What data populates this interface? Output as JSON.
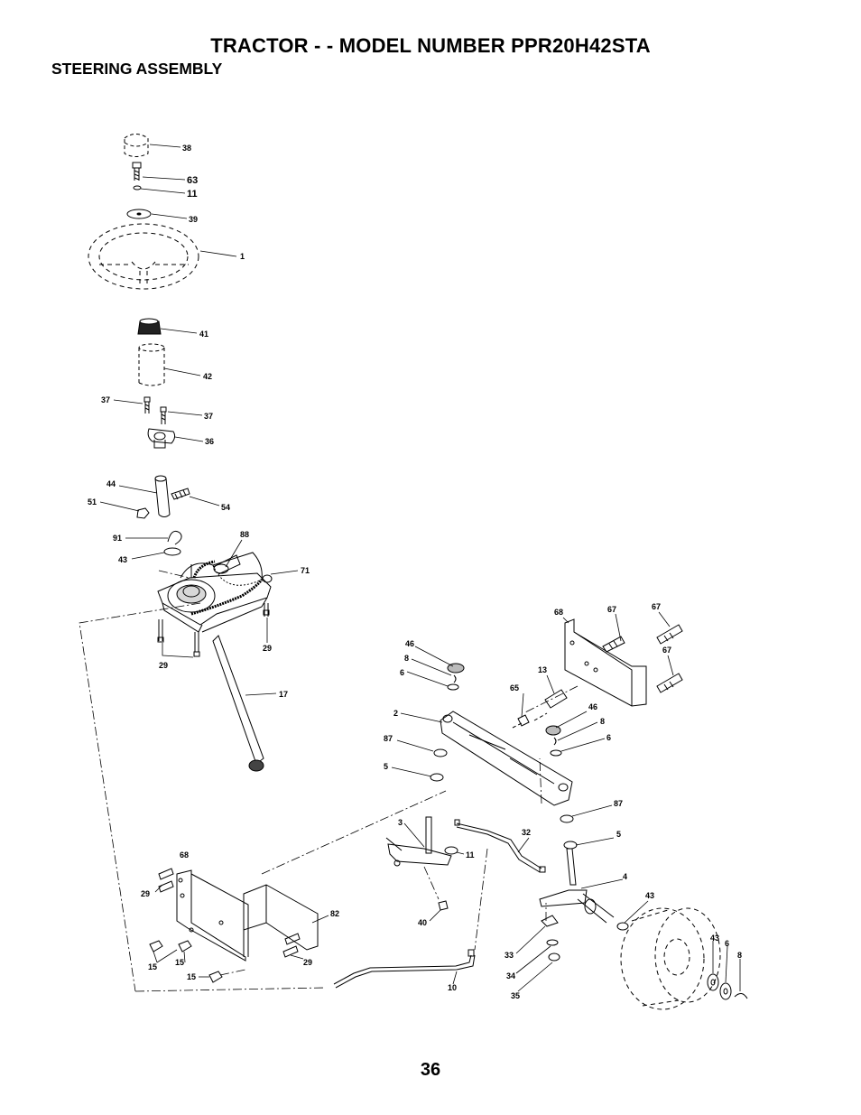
{
  "header": {
    "title": "TRACTOR - - MODEL NUMBER PPR20H42STA",
    "subtitle": "STEERING ASSEMBLY"
  },
  "footer": {
    "page_number": "36"
  },
  "callouts": [
    {
      "id": "c38",
      "text": "38"
    },
    {
      "id": "c63",
      "text": "63"
    },
    {
      "id": "c11a",
      "text": "11"
    },
    {
      "id": "c39",
      "text": "39"
    },
    {
      "id": "c1",
      "text": "1"
    },
    {
      "id": "c41",
      "text": "41"
    },
    {
      "id": "c42",
      "text": "42"
    },
    {
      "id": "c37a",
      "text": "37"
    },
    {
      "id": "c37b",
      "text": "37"
    },
    {
      "id": "c36",
      "text": "36"
    },
    {
      "id": "c44",
      "text": "44"
    },
    {
      "id": "c51",
      "text": "51"
    },
    {
      "id": "c54",
      "text": "54"
    },
    {
      "id": "c91",
      "text": "91"
    },
    {
      "id": "c88",
      "text": "88"
    },
    {
      "id": "c43a",
      "text": "43"
    },
    {
      "id": "c71",
      "text": "71"
    },
    {
      "id": "c29a",
      "text": "29"
    },
    {
      "id": "c29b",
      "text": "29"
    },
    {
      "id": "c17",
      "text": "17"
    },
    {
      "id": "c68a",
      "text": "68"
    },
    {
      "id": "c67a",
      "text": "67"
    },
    {
      "id": "c67b",
      "text": "67"
    },
    {
      "id": "c67c",
      "text": "67"
    },
    {
      "id": "c46a",
      "text": "46"
    },
    {
      "id": "c8a",
      "text": "8"
    },
    {
      "id": "c6a",
      "text": "6"
    },
    {
      "id": "c13",
      "text": "13"
    },
    {
      "id": "c65",
      "text": "65"
    },
    {
      "id": "c2",
      "text": "2"
    },
    {
      "id": "c46b",
      "text": "46"
    },
    {
      "id": "c8b",
      "text": "8"
    },
    {
      "id": "c87a",
      "text": "87"
    },
    {
      "id": "c6b",
      "text": "6"
    },
    {
      "id": "c5a",
      "text": "5"
    },
    {
      "id": "c87b",
      "text": "87"
    },
    {
      "id": "c3",
      "text": "3"
    },
    {
      "id": "c32",
      "text": "32"
    },
    {
      "id": "c5b",
      "text": "5"
    },
    {
      "id": "c11b",
      "text": "11"
    },
    {
      "id": "c68b",
      "text": "68"
    },
    {
      "id": "c4",
      "text": "4"
    },
    {
      "id": "c29c",
      "text": "29"
    },
    {
      "id": "c43b",
      "text": "43"
    },
    {
      "id": "c82",
      "text": "82"
    },
    {
      "id": "c40",
      "text": "40"
    },
    {
      "id": "c43c",
      "text": "43"
    },
    {
      "id": "c6c",
      "text": "6"
    },
    {
      "id": "c8c",
      "text": "8"
    },
    {
      "id": "c15a",
      "text": "15"
    },
    {
      "id": "c15b",
      "text": "15"
    },
    {
      "id": "c29d",
      "text": "29"
    },
    {
      "id": "c33",
      "text": "33"
    },
    {
      "id": "c15c",
      "text": "15"
    },
    {
      "id": "c34",
      "text": "34"
    },
    {
      "id": "c10",
      "text": "10"
    },
    {
      "id": "c35",
      "text": "35"
    }
  ]
}
